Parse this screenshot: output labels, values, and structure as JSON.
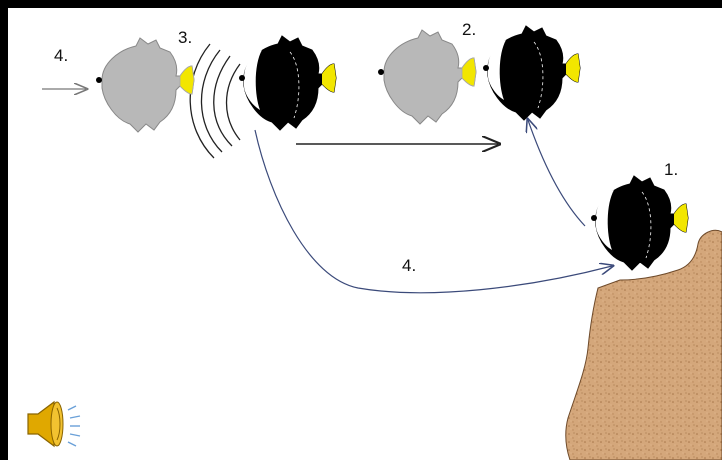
{
  "labels": {
    "step1": "1.",
    "step2": "2.",
    "step3": "3.",
    "step4_left": "4.",
    "step4_curve": "4."
  },
  "icons": {
    "speaker": "speaker-icon"
  },
  "colors": {
    "background": "#ffffff",
    "frame": "#000000",
    "fish_dark": "#000000",
    "fish_grey": "#b8b8b8",
    "fin_yellow": "#f2e600",
    "rock": "#d2a679",
    "arrow_blue": "#3b4a7a",
    "arrow_grey": "#777777",
    "arrow_dark": "#222222"
  }
}
